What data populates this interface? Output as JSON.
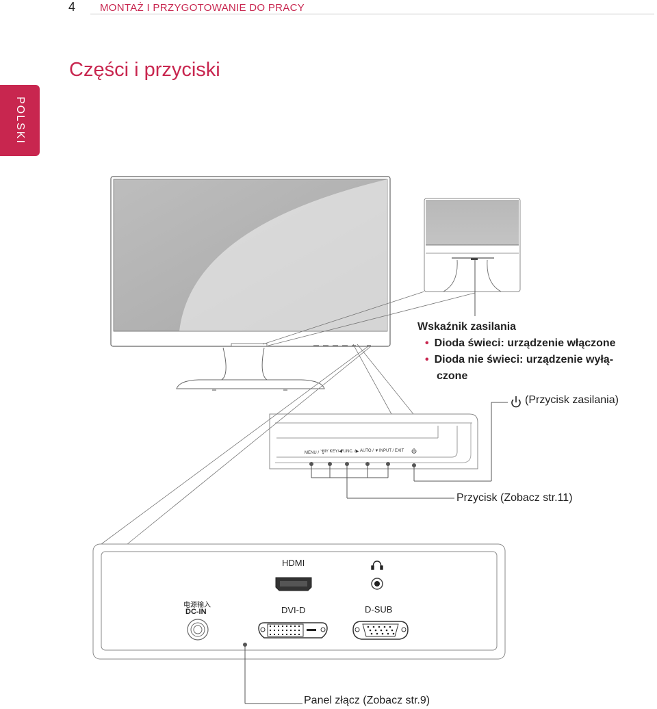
{
  "header": {
    "page_number": "4",
    "section": "MONTAŻ I PRZYGOTOWANIE DO PRACY"
  },
  "title": "Części i przyciski",
  "language_tab": "POLSKI",
  "power_indicator": {
    "title": "Wskaźnik zasilania",
    "bullets": [
      "Dioda świeci: urządzenie włączone",
      "Dioda nie świeci: urządzenie wyłą-",
      "czone"
    ]
  },
  "power_button": {
    "icon": "power-icon",
    "label": "(Przycisk zasilania)"
  },
  "buttons_callout": "Przycisk (Zobacz str.11)",
  "control_buttons": [
    "MENU / ⤵",
    "MY KEY/◀",
    "FUNC. /▶",
    "AUTO / ▼",
    "INPUT / EXIT"
  ],
  "ports": {
    "hdmi": "HDMI",
    "headphone_icon": "headphone-icon",
    "dc_in_cn": "电源输入",
    "dc_in": "DC-IN",
    "dvi": "DVI-D",
    "dsub": "D-SUB"
  },
  "connector_callout": "Panel złącz (Zobacz str.9)",
  "colors": {
    "accent": "#c8264f",
    "line": "#555555"
  }
}
